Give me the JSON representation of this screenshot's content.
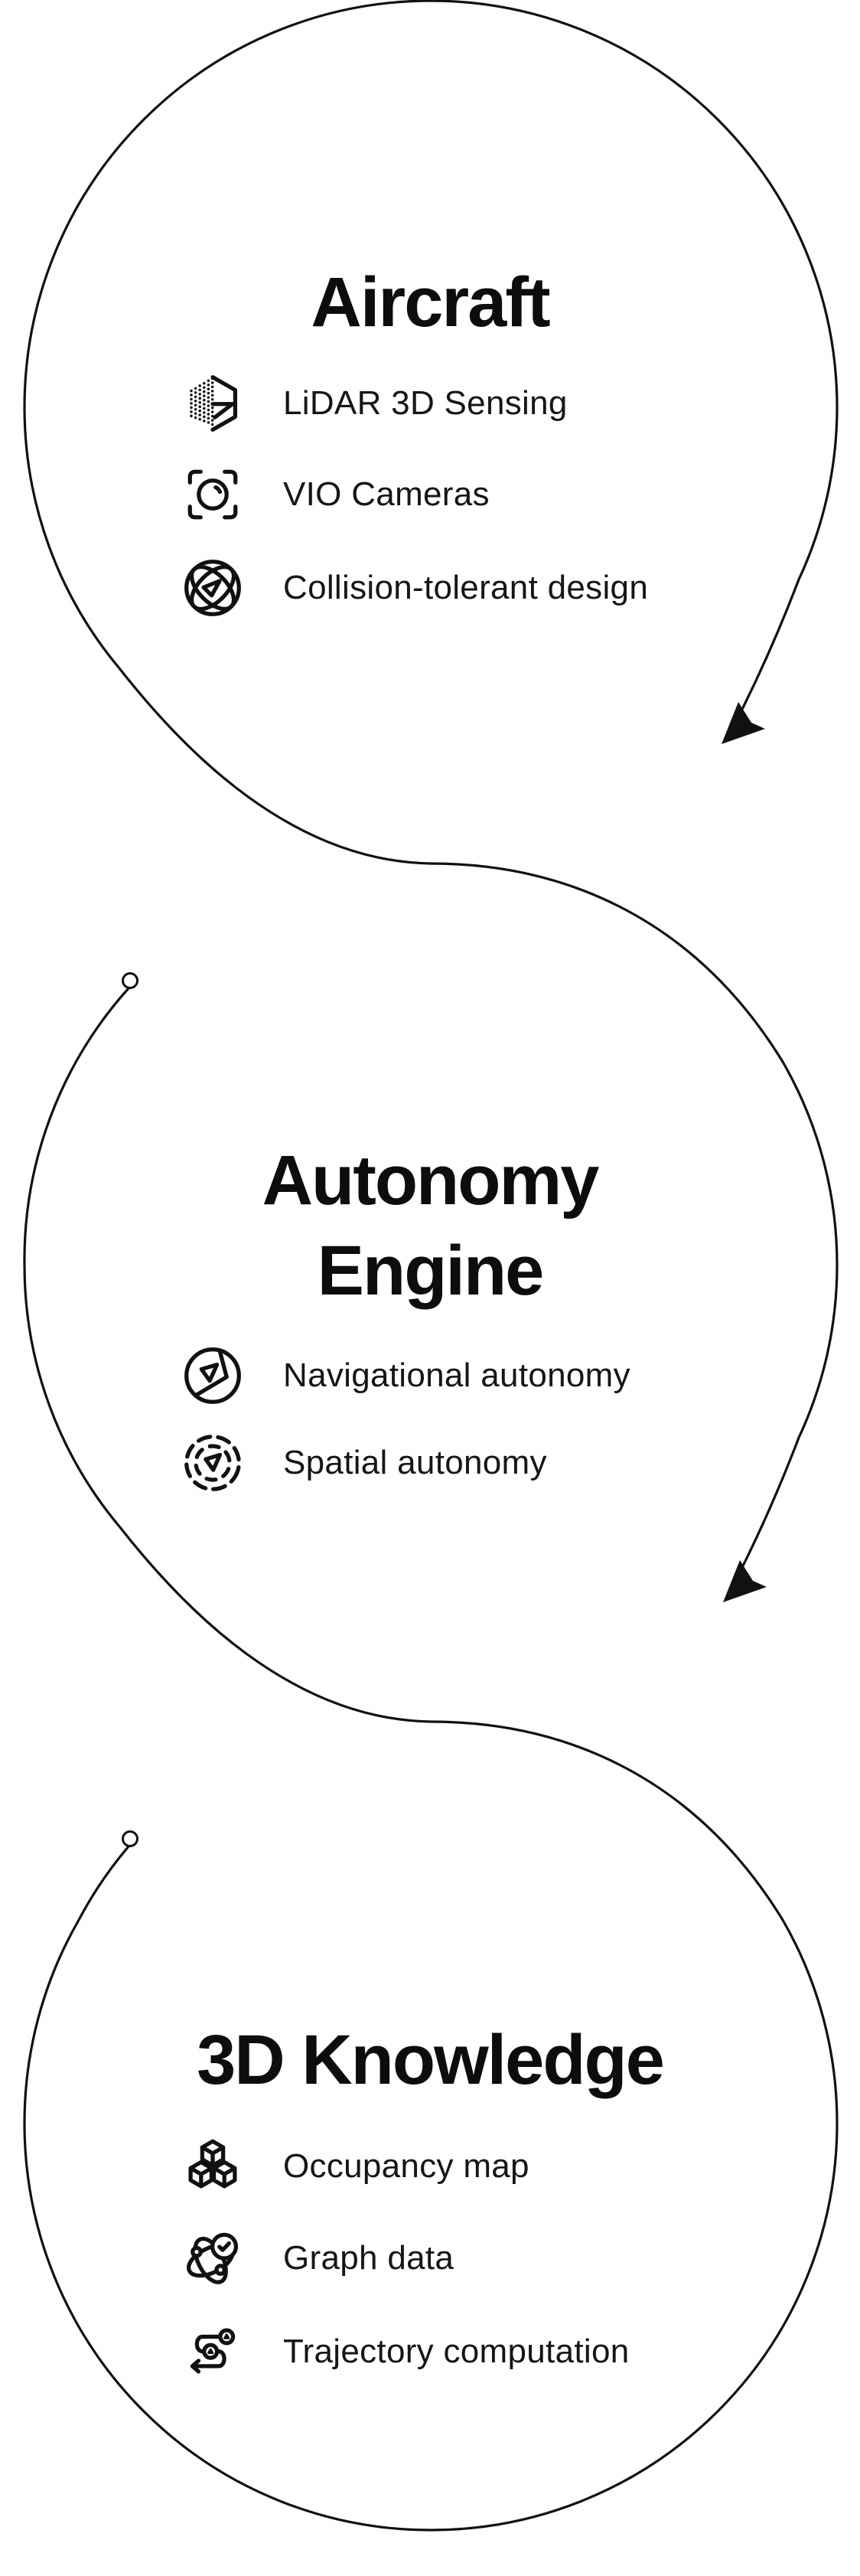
{
  "colors": {
    "ink": "#111111",
    "background": "#ffffff"
  },
  "sections": [
    {
      "id": "aircraft",
      "title": "Aircraft",
      "title_lines": [
        "Aircraft"
      ],
      "items": [
        {
          "icon": "lidar-3d-sensing-icon",
          "label": "LiDAR 3D Sensing"
        },
        {
          "icon": "vio-cameras-icon",
          "label": "VIO Cameras"
        },
        {
          "icon": "collision-tolerant-design-icon",
          "label": "Collision-tolerant design"
        }
      ]
    },
    {
      "id": "autonomy-engine",
      "title": "Autonomy Engine",
      "title_lines": [
        "Autonomy",
        "Engine"
      ],
      "items": [
        {
          "icon": "navigational-autonomy-icon",
          "label": "Navigational autonomy"
        },
        {
          "icon": "spatial-autonomy-icon",
          "label": "Spatial autonomy"
        }
      ]
    },
    {
      "id": "3d-knowledge",
      "title": "3D Knowledge",
      "title_lines": [
        "3D Knowledge"
      ],
      "items": [
        {
          "icon": "occupancy-map-icon",
          "label": "Occupancy map"
        },
        {
          "icon": "graph-data-icon",
          "label": "Graph data"
        },
        {
          "icon": "trajectory-computation-icon",
          "label": "Trajectory computation"
        }
      ]
    }
  ]
}
